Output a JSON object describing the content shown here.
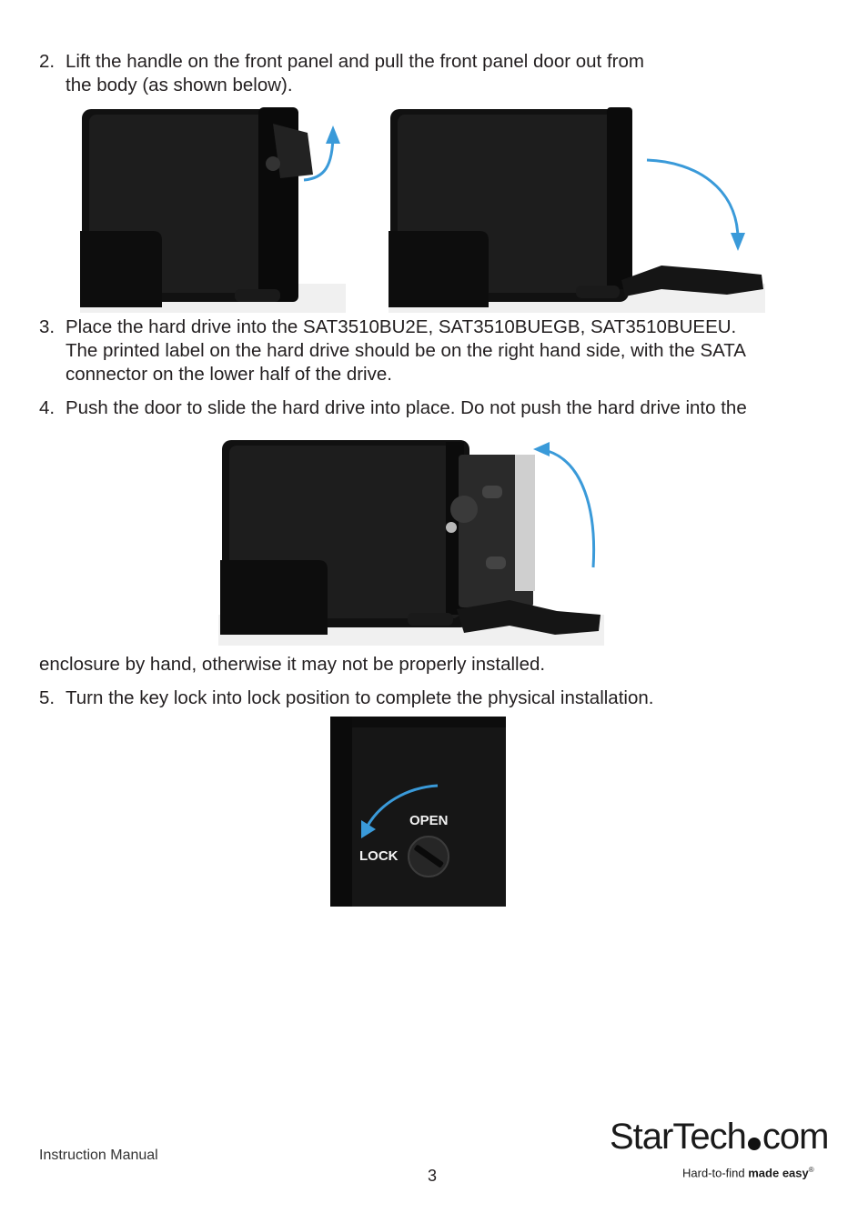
{
  "steps": {
    "step2": {
      "num": "2.",
      "line1": "Lift the handle on the front panel and pull the front panel door out from",
      "line2": "the body (as shown below)."
    },
    "step3": {
      "num": "3.",
      "line1": "Place the hard drive into the SAT3510BU2E, SAT3510BUEGB, SAT3510BUEEU.",
      "line2": "The printed label on the hard drive should be on the right hand side, with the SATA",
      "line3": "connector on the lower half of the drive."
    },
    "step4": {
      "num": "4.",
      "line1": "Push the door to slide the hard drive into place. Do not push the hard drive into the",
      "continuation": "enclosure by hand, otherwise it may not be properly installed."
    },
    "step5": {
      "num": "5.",
      "line1": "Turn the key lock into lock position to complete the physical installation."
    }
  },
  "lock_photo": {
    "open_label": "OPEN",
    "lock_label": "LOCK"
  },
  "footer": {
    "left": "Instruction Manual",
    "page": "3"
  },
  "logo": {
    "word": "StarTech",
    "suffix": "com",
    "tagline_a": "Hard-to-find ",
    "tagline_b": "made easy",
    "reg": "®"
  },
  "colors": {
    "arrow": "#3a9ad9",
    "enclosure": "#141414",
    "text": "#231f20"
  }
}
